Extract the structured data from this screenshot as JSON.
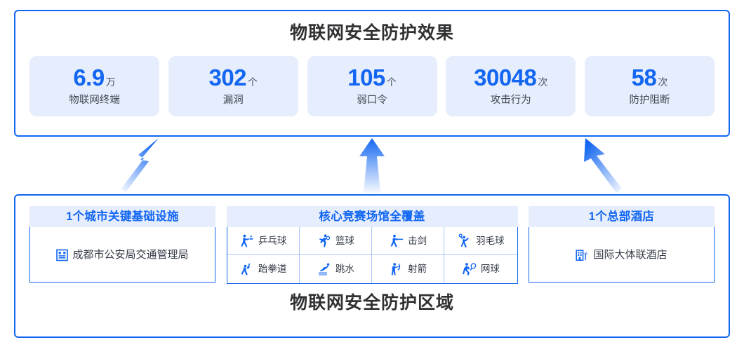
{
  "theme": {
    "accent": "#1266f1",
    "panel_border": "#1266f1",
    "card_bg": "#e6edfd",
    "heading_text": "#303133",
    "body_text": "#333a45",
    "cell_border": "#a9c6f6"
  },
  "top_panel": {
    "title": "物联网安全防护效果",
    "stats": [
      {
        "number": "6.9",
        "unit": "万",
        "label": "物联网终端"
      },
      {
        "number": "302",
        "unit": "个",
        "label": "漏洞"
      },
      {
        "number": "105",
        "unit": "个",
        "label": "弱口令"
      },
      {
        "number": "30048",
        "unit": "次",
        "label": "攻击行为"
      },
      {
        "number": "58",
        "unit": "次",
        "label": "防护阻断"
      }
    ]
  },
  "arrows": [
    {
      "name": "arrow-left",
      "direction": "up-right"
    },
    {
      "name": "arrow-center",
      "direction": "up"
    },
    {
      "name": "arrow-right",
      "direction": "up-left"
    }
  ],
  "bottom_panel": {
    "title": "物联网安全防护区域",
    "zone_left": {
      "header": "1个城市关键基础设施",
      "items": [
        {
          "icon": "government-building-icon",
          "label": "成都市公安局交通管理局"
        }
      ]
    },
    "zone_middle": {
      "header": "核心竞赛场馆全覆盖",
      "sports": [
        {
          "icon": "table-tennis-icon",
          "label": "乒乓球"
        },
        {
          "icon": "basketball-icon",
          "label": "篮球"
        },
        {
          "icon": "fencing-icon",
          "label": "击剑"
        },
        {
          "icon": "badminton-icon",
          "label": "羽毛球"
        },
        {
          "icon": "taekwondo-icon",
          "label": "跆拳道"
        },
        {
          "icon": "diving-icon",
          "label": "跳水"
        },
        {
          "icon": "archery-icon",
          "label": "射箭"
        },
        {
          "icon": "tennis-icon",
          "label": "网球"
        }
      ]
    },
    "zone_right": {
      "header": "1个总部酒店",
      "items": [
        {
          "icon": "hotel-building-icon",
          "label": "国际大体联酒店"
        }
      ]
    }
  }
}
